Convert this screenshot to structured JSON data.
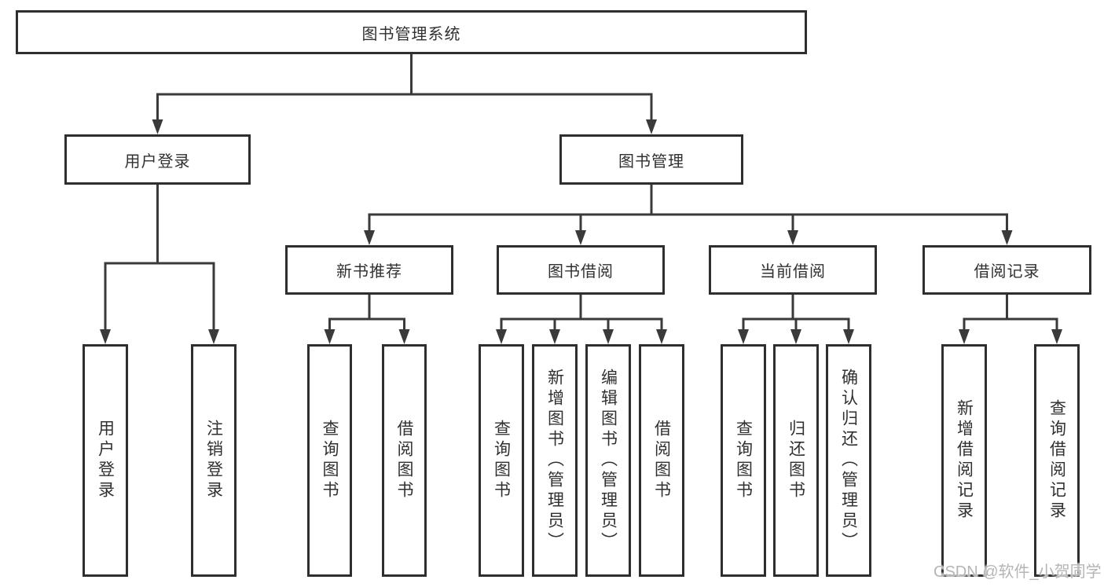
{
  "diagram": {
    "title": "图书管理系统",
    "watermark": "CSDN @软件_小贺同学",
    "colors": {
      "line": "#3a3a3a",
      "box_border": "#2e2e2e",
      "box_background": "#ffffff",
      "text": "#303030",
      "watermark": "#b5b5b5"
    },
    "nodes": [
      {
        "id": "root",
        "label": "图书管理系统",
        "parent": null
      },
      {
        "id": "user-login",
        "label": "用户登录",
        "parent": "root"
      },
      {
        "id": "book-mgmt",
        "label": "图书管理",
        "parent": "root"
      },
      {
        "id": "user-login-leaf",
        "label": "用户登录",
        "parent": "user-login"
      },
      {
        "id": "logout-leaf",
        "label": "注销登录",
        "parent": "user-login"
      },
      {
        "id": "new-book-rec",
        "label": "新书推荐",
        "parent": "book-mgmt"
      },
      {
        "id": "book-borrow",
        "label": "图书借阅",
        "parent": "book-mgmt"
      },
      {
        "id": "current-borrow",
        "label": "当前借阅",
        "parent": "book-mgmt"
      },
      {
        "id": "borrow-records",
        "label": "借阅记录",
        "parent": "book-mgmt"
      },
      {
        "id": "nbr-query-book",
        "label": "查询图书",
        "parent": "new-book-rec"
      },
      {
        "id": "nbr-borrow-book",
        "label": "借阅图书",
        "parent": "new-book-rec"
      },
      {
        "id": "bb-query-book",
        "label": "查询图书",
        "parent": "book-borrow"
      },
      {
        "id": "bb-add-book",
        "label": "新增图书（管理员）",
        "parent": "book-borrow"
      },
      {
        "id": "bb-edit-book",
        "label": "编辑图书（管理员）",
        "parent": "book-borrow"
      },
      {
        "id": "bb-borrow-book",
        "label": "借阅图书",
        "parent": "book-borrow"
      },
      {
        "id": "cb-query-book",
        "label": "查询图书",
        "parent": "current-borrow"
      },
      {
        "id": "cb-return-book",
        "label": "归还图书",
        "parent": "current-borrow"
      },
      {
        "id": "cb-confirm-return",
        "label": "确认归还（管理员）",
        "parent": "current-borrow"
      },
      {
        "id": "br-add-record",
        "label": "新增借阅记录",
        "parent": "borrow-records"
      },
      {
        "id": "br-query-record",
        "label": "查询借阅记录",
        "parent": "borrow-records"
      }
    ]
  }
}
